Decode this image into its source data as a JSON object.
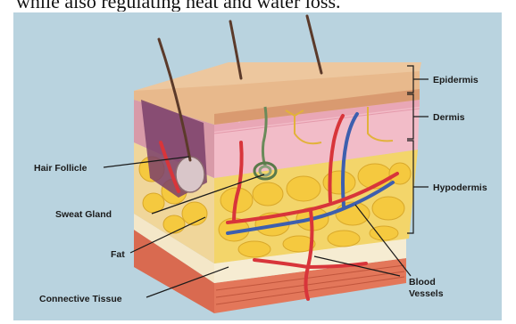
{
  "header_text": "while also regulating heat and water loss.",
  "labels": {
    "epidermis": "Epidermis",
    "dermis": "Dermis",
    "hypodermis": "Hypodermis",
    "hair_follicle": "Hair Follicle",
    "sweat_gland": "Sweat Gland",
    "fat": "Fat",
    "connective_tissue": "Connective Tissue",
    "blood_vessels_line1": "Blood",
    "blood_vessels_line2": "Vessels"
  },
  "colors": {
    "background": "#b9d3df",
    "epidermis": "#e6b98c",
    "dermis": "#f0b6c2",
    "fat": "#f2cf58",
    "artery": "#d8353a",
    "vein": "#3d5fae",
    "muscle": "#e86a4a"
  }
}
